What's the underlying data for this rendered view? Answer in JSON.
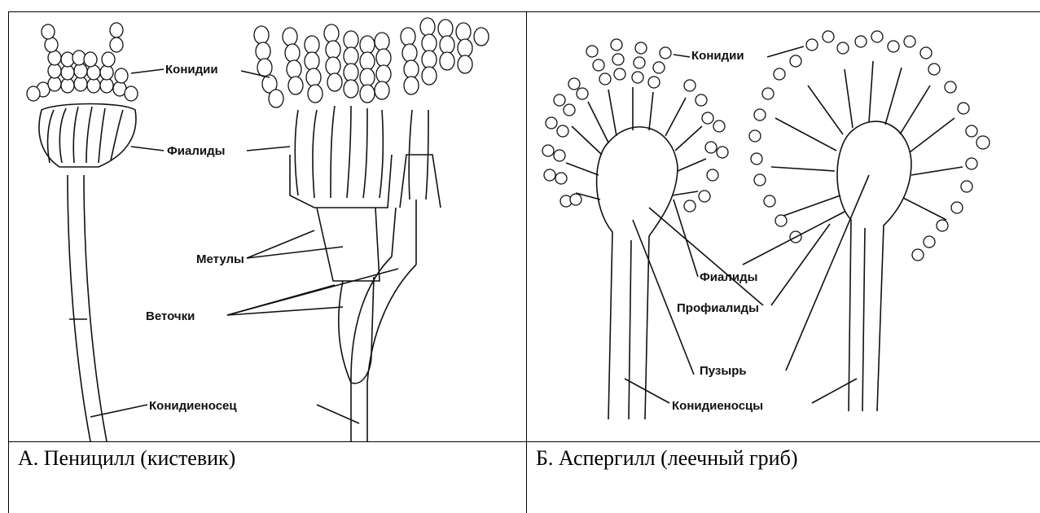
{
  "figure": {
    "left_panel": {
      "labels": {
        "conidia": "Конидии",
        "phialides": "Фиалиды",
        "metulae": "Метулы",
        "branches": "Веточки",
        "conidiophore": "Конидиеносец"
      },
      "caption": "А. Пеницилл (кистевик)"
    },
    "right_panel": {
      "labels": {
        "conidia": "Конидии",
        "phialides": "Фиалиды",
        "prophialides": "Профиалиды",
        "vesicle": "Пузырь",
        "conidiophores": "Конидиеносцы"
      },
      "caption": "Б. Аспергилл (леечный гриб)"
    }
  }
}
